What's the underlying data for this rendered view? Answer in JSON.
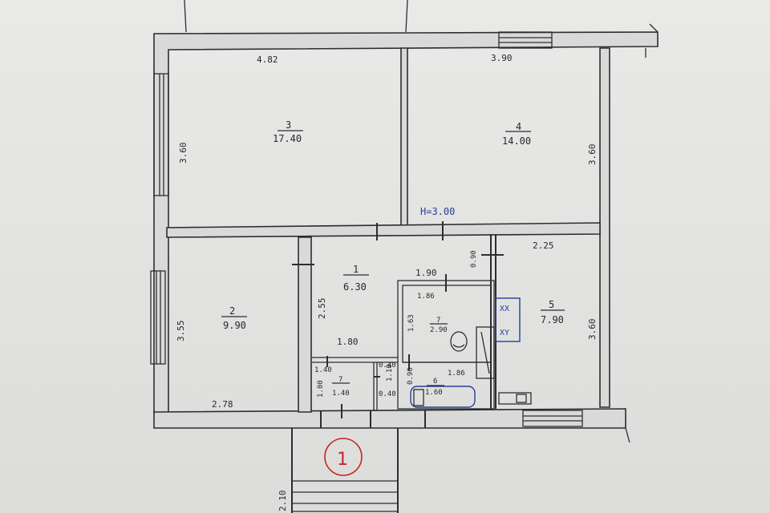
{
  "plan": {
    "ceiling_height": "H=3.00",
    "entrance_marker": "1",
    "rooms": [
      {
        "number": "3",
        "area": "17.40"
      },
      {
        "number": "4",
        "area": "14.00"
      },
      {
        "number": "1",
        "area": "6.30"
      },
      {
        "number": "2",
        "area": "9.90"
      },
      {
        "number": "5",
        "area": "7.90"
      },
      {
        "number": "7",
        "area": "2.90"
      },
      {
        "number": "6",
        "area": "1.60"
      },
      {
        "number": "7",
        "area": "1.40"
      }
    ],
    "dimensions": {
      "room3_width": "4.82",
      "room4_width": "3.90",
      "room3_height": "3.60",
      "room4_height": "3.60",
      "room2_height": "3.55",
      "room2_width": "2.78",
      "room1_height": "2.55",
      "room1_width": "1.80",
      "room5_top": "2.25",
      "room5_height": "3.60",
      "hall_top": "0.90",
      "wc_width": "1.90",
      "wc_inner": "1.86",
      "wc_height": "1.63",
      "bath_width": "1.86",
      "bath_height": "0.90",
      "closet_width": "1.40",
      "closet_height": "1.00",
      "small_w1": "0.40",
      "small_w2": "0.40",
      "small_h": "1.10",
      "stair_length": "2.10"
    },
    "kitchen_marks": [
      "XX",
      "XY"
    ]
  }
}
